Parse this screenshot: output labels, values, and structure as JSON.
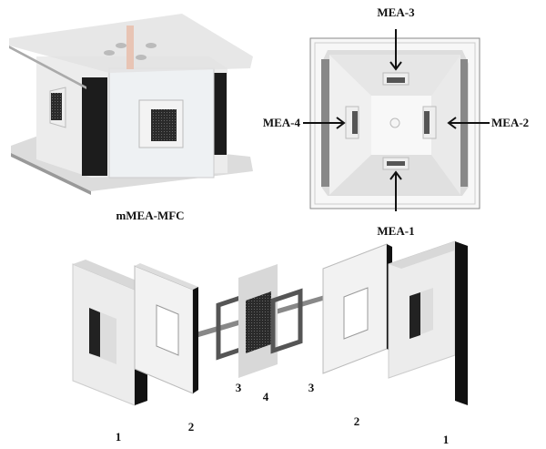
{
  "assembled_view": {
    "caption": "mMEA-MFC"
  },
  "top_view": {
    "labels": {
      "top": "MEA-3",
      "right": "MEA-2",
      "bottom": "MEA-1",
      "left": "MEA-4"
    }
  },
  "exploded_view": {
    "part_labels": [
      "1",
      "2",
      "3",
      "4",
      "3",
      "2",
      "1"
    ]
  },
  "colors": {
    "edge_dark": "#1a1a1a",
    "panel": "#e9e9e9",
    "rod": "#e8c4b4"
  }
}
